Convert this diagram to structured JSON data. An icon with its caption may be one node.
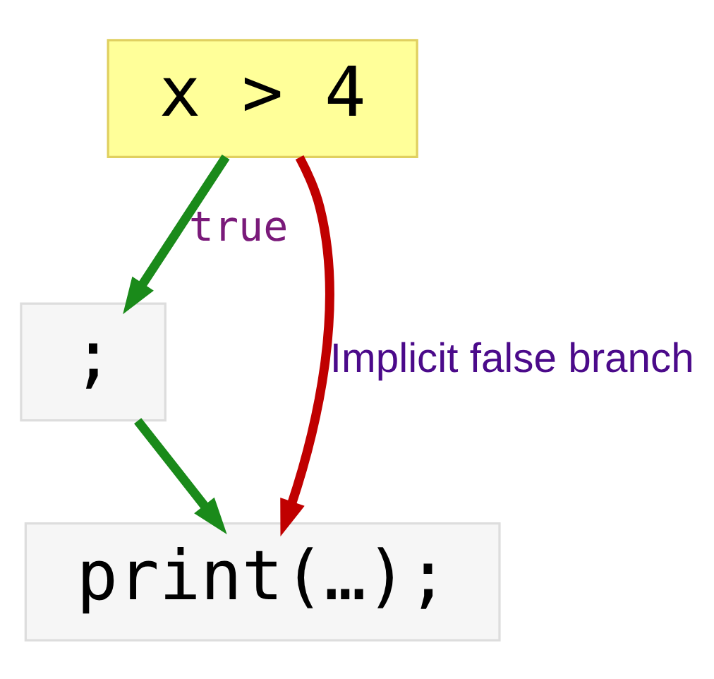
{
  "diagram": {
    "nodes": [
      {
        "text": [
          "x > 4"
        ]
      },
      {
        "text": [
          ";"
        ]
      },
      {
        "text": [
          "print(…);"
        ]
      }
    ],
    "edges": [
      {
        "from": 0,
        "to": 1,
        "arrow": "to",
        "label": "true"
      },
      {
        "from": 1,
        "to": 2,
        "arrow": "to"
      },
      {
        "from": 0,
        "to": 2,
        "arrow": "to",
        "label": "Implicit false branch",
        "color": "#c00000"
      }
    ]
  }
}
